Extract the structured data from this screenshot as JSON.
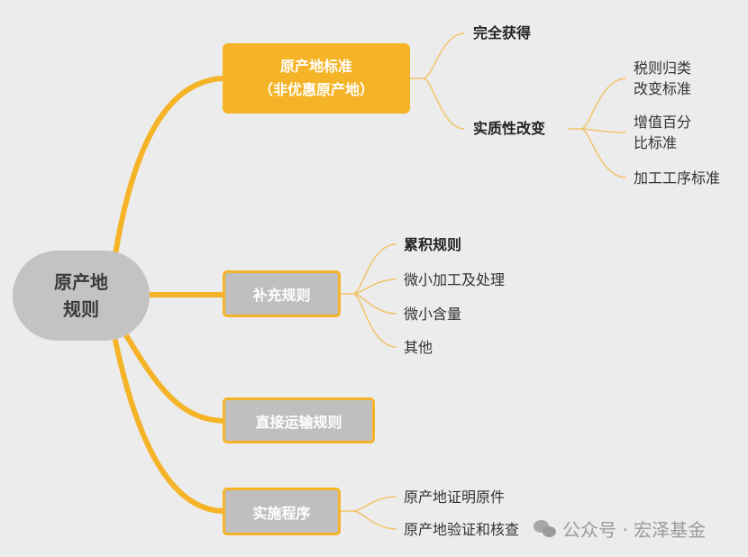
{
  "root": {
    "line1": "原产地",
    "line2": "规则"
  },
  "branches": [
    {
      "line1": "原产地标准",
      "line2": "（非优惠原产地）",
      "children": [
        {
          "label": "完全获得"
        },
        {
          "label": "实质性改变",
          "children": [
            {
              "line1": "税则归类",
              "line2": "改变标准"
            },
            {
              "line1": "增值百分",
              "line2": "比标准"
            },
            {
              "line1": "加工工序标准"
            }
          ]
        }
      ]
    },
    {
      "label": "补充规则",
      "children": [
        "累积规则",
        "微小加工及处理",
        "微小含量",
        "其他"
      ]
    },
    {
      "label": "直接运输规则"
    },
    {
      "label": "实施程序",
      "children": [
        "原产地证明原件",
        "原产地验证和核查"
      ]
    }
  ],
  "watermark": "公众号 · 宏泽基金",
  "colors": {
    "accent": "#f5b327",
    "node_gray": "#bfbfbf",
    "background": "#ececec"
  }
}
